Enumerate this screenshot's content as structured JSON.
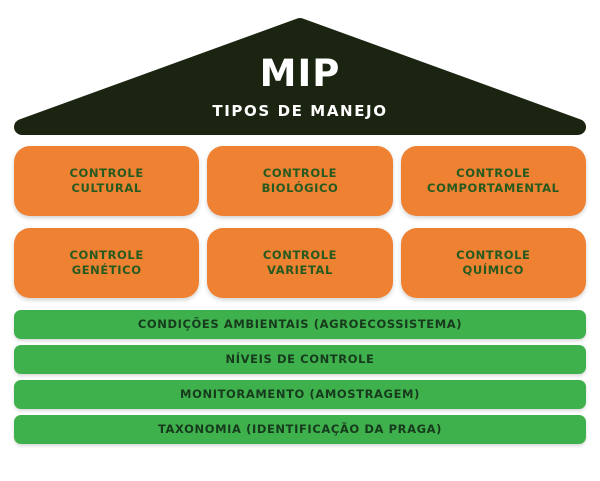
{
  "colors": {
    "background": "#ffffff",
    "roof": "#1b2411",
    "roof_text": "#ffffff",
    "card_bg": "#ee8132",
    "card_text": "#265a1f",
    "bar_bg": "#3eb14d",
    "bar_text": "#173a1d"
  },
  "roof": {
    "title": "MIP",
    "subtitle": "TIPOS DE MANEJO"
  },
  "management_types": [
    {
      "label": "CONTROLE\nCULTURAL"
    },
    {
      "label": "CONTROLE\nBIOLÓGICO"
    },
    {
      "label": "CONTROLE\nCOMPORTAMENTAL"
    },
    {
      "label": "CONTROLE\nGENÉTICO"
    },
    {
      "label": "CONTROLE\nVARIETAL"
    },
    {
      "label": "CONTROLE\nQUÍMICO"
    }
  ],
  "foundations": [
    {
      "label": "CONDIÇÕES AMBIENTAIS (AGROECOSSISTEMA)"
    },
    {
      "label": "NÍVEIS DE CONTROLE"
    },
    {
      "label": "MONITORAMENTO (AMOSTRAGEM)"
    },
    {
      "label": "TAXONOMIA (IDENTIFICAÇÃO DA PRAGA)"
    }
  ]
}
